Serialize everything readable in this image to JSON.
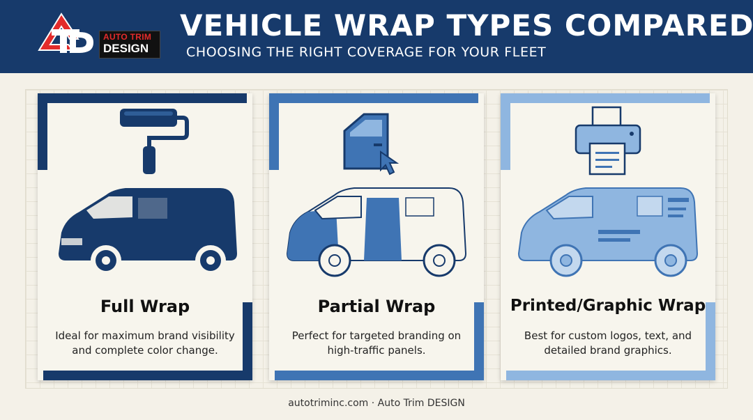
{
  "header": {
    "title": "VEHICLE WRAP TYPES COMPARED",
    "subtitle": "CHOOSING THE RIGHT COVERAGE FOR YOUR FLEET",
    "logo": {
      "line1": "AUTO TRIM",
      "line2": "DESIGN",
      "mark": "ATD-logo"
    }
  },
  "colors": {
    "navy": "#173a6b",
    "mid_blue": "#3f74b4",
    "light_blue": "#8fb6e0",
    "background": "#f4f1e8",
    "logo_red": "#e32b2b"
  },
  "cards": [
    {
      "title": "Full Wrap",
      "description_line1": "Ideal for maximum brand visibility",
      "description_line2": "and complete color change.",
      "icon": "paint-roller-icon"
    },
    {
      "title": "Partial Wrap",
      "description_line1": "Perfect for targeted branding on",
      "description_line2": "high-traffic panels.",
      "icon": "car-door-cursor-icon"
    },
    {
      "title": "Printed/Graphic Wrap",
      "description_line1": "Best for custom logos, text, and",
      "description_line2": "detailed brand graphics.",
      "icon": "printer-icon"
    }
  ],
  "footer": {
    "text": "autotriminc.com · Auto Trim DESIGN"
  }
}
